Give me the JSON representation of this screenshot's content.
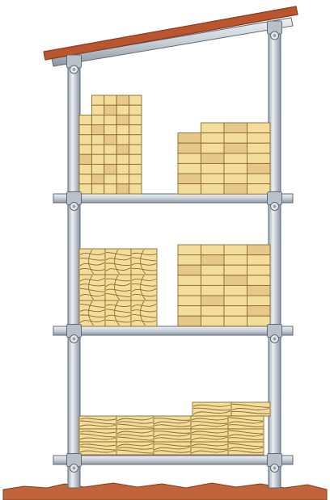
{
  "illustration": {
    "subject": "scaffold-storage-rack",
    "levels": 3,
    "colors": {
      "roof": "#b9552f",
      "roof_edge": "#8a3a1c",
      "pipe": "#cfd6de",
      "pipe_edge": "#5f6b76",
      "clamp": "#b8c1ca",
      "lumber": "#f3dc9c",
      "lumber_dark": "#e6c88a",
      "lumber_edge": "#8c6b2c",
      "grain": "#8a6a2a",
      "ground": "#c0643c"
    },
    "shelves": [
      {
        "name": "upper-shelf",
        "items": [
          {
            "name": "tall-cross-cut-stack",
            "kind": "cross-cut"
          },
          {
            "name": "short-cross-cut-stack",
            "kind": "cross-cut"
          }
        ]
      },
      {
        "name": "middle-shelf",
        "items": [
          {
            "name": "end-grain-block-stack",
            "kind": "end-grain"
          },
          {
            "name": "cross-cut-block-stack",
            "kind": "cross-cut"
          }
        ]
      },
      {
        "name": "lower-shelf",
        "items": [
          {
            "name": "plank-pile",
            "kind": "plank"
          }
        ]
      }
    ]
  }
}
